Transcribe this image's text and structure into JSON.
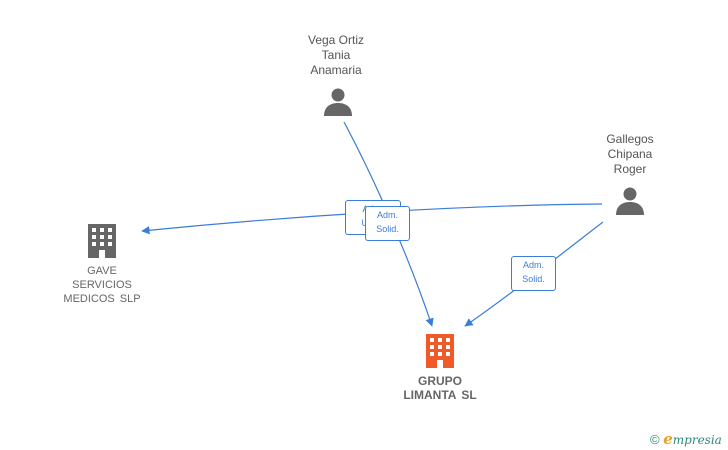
{
  "nodes": {
    "vega": {
      "lines": [
        "Vega Ortiz",
        "Tania",
        "Anamaria"
      ],
      "icon": "person-icon",
      "color": "#666666"
    },
    "gallegos": {
      "lines": [
        "Gallegos",
        "Chipana",
        "Roger"
      ],
      "icon": "person-icon",
      "color": "#666666"
    },
    "gave": {
      "lines": [
        "GAVE",
        "SERVICIOS",
        "MEDICOS  SLP"
      ],
      "icon": "building-icon",
      "color": "#666666"
    },
    "grupo": {
      "lines": [
        "GRUPO",
        "LIMANTA  SL"
      ],
      "icon": "building-icon",
      "color": "#f05a28"
    }
  },
  "relations": {
    "gallegos_to_gave": {
      "lines": [
        "Adm.",
        "Unico"
      ]
    },
    "vega_to_grupo": {
      "lines": [
        "Adm.",
        "Solid."
      ]
    },
    "gallegos_to_grupo": {
      "lines": [
        "Adm.",
        "Solid."
      ]
    }
  },
  "edge_color": "#3b7dd8",
  "copyright": {
    "symbol": "©",
    "brand_initial": "e",
    "brand_rest": "mpresia"
  }
}
